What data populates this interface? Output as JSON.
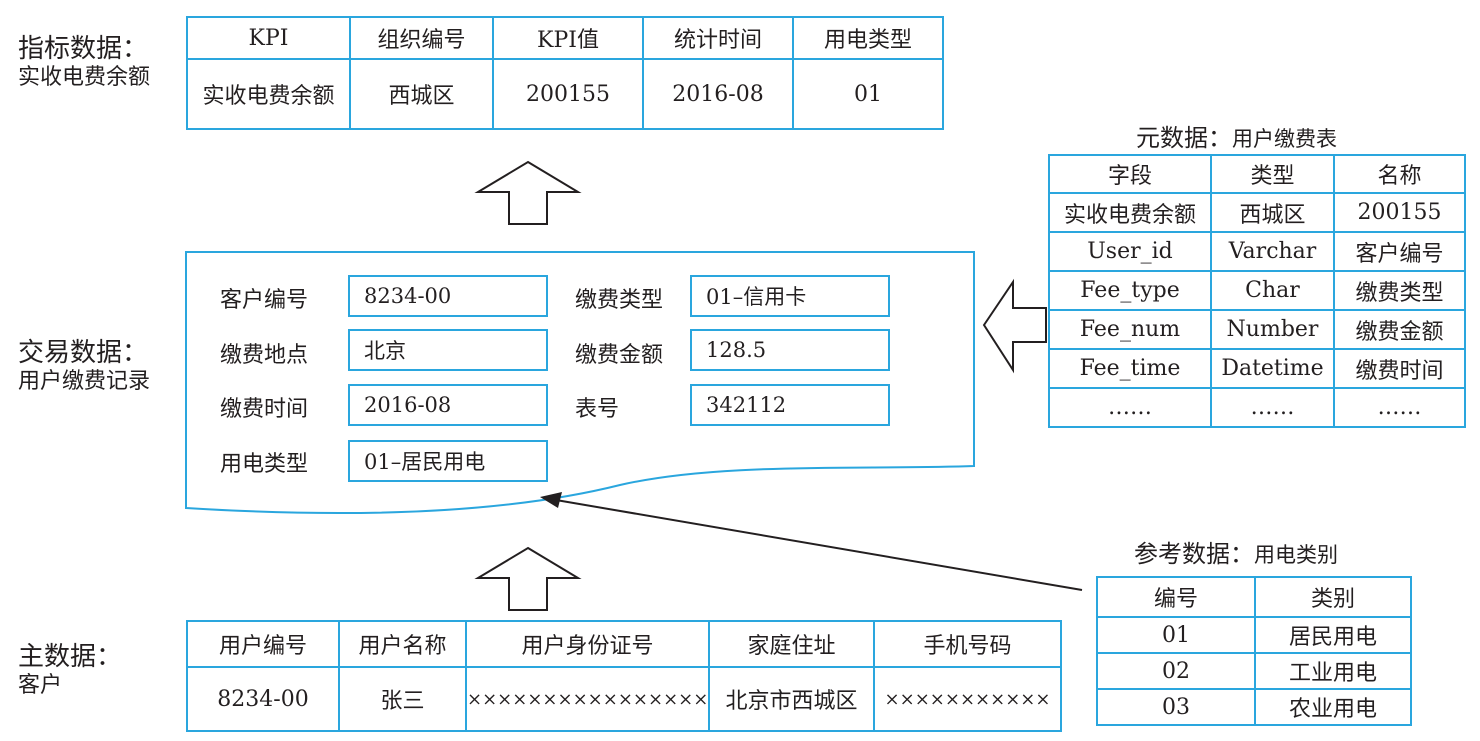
{
  "labels": {
    "indicator": {
      "title": "指标数据：",
      "sub": "实收电费余额"
    },
    "transaction": {
      "title": "交易数据：",
      "sub": "用户缴费记录"
    },
    "master": {
      "title": "主数据：",
      "sub": "客户"
    }
  },
  "kpi_table": {
    "headers": [
      "KPI",
      "组织编号",
      "KPI值",
      "统计时间",
      "用电类型"
    ],
    "row": [
      "实收电费余额",
      "西城区",
      "200155",
      "2016-08",
      "01"
    ]
  },
  "transaction_record": {
    "fields": [
      {
        "label": "客户编号",
        "value": "8234-00"
      },
      {
        "label": "缴费类型",
        "value": "01–信用卡"
      },
      {
        "label": "缴费地点",
        "value": "北京"
      },
      {
        "label": "缴费金额",
        "value": "128.5"
      },
      {
        "label": "缴费时间",
        "value": "2016-08"
      },
      {
        "label": "表号",
        "value": "342112"
      },
      {
        "label": "用电类型",
        "value": "01–居民用电"
      }
    ]
  },
  "metadata_table": {
    "caption_main": "元数据：",
    "caption_sub": "用户缴费表",
    "headers": [
      "字段",
      "类型",
      "名称"
    ],
    "rows": [
      [
        "实收电费余额",
        "西城区",
        "200155"
      ],
      [
        "User_id",
        "Varchar",
        "客户编号"
      ],
      [
        "Fee_type",
        "Char",
        "缴费类型"
      ],
      [
        "Fee_num",
        "Number",
        "缴费金额"
      ],
      [
        "Fee_time",
        "Datetime",
        "缴费时间"
      ],
      [
        "……",
        "……",
        "……"
      ]
    ]
  },
  "reference_table": {
    "caption_main": "参考数据：",
    "caption_sub": "用电类别",
    "headers": [
      "编号",
      "类别"
    ],
    "rows": [
      [
        "01",
        "居民用电"
      ],
      [
        "02",
        "工业用电"
      ],
      [
        "03",
        "农业用电"
      ]
    ]
  },
  "master_table": {
    "headers": [
      "用户编号",
      "用户名称",
      "用户身份证号",
      "家庭住址",
      "手机号码"
    ],
    "row": [
      "8234-00",
      "张三",
      "×××××××××××××××××",
      "北京市西城区",
      "×××××××××××"
    ]
  },
  "colors": {
    "line": "#2aa6de",
    "text": "#231f20"
  }
}
